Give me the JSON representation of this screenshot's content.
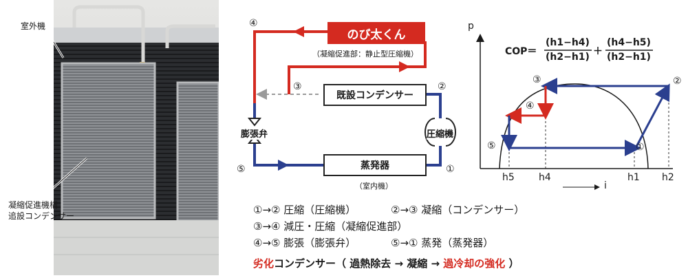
{
  "photo": {
    "label_outdoor_unit": "室外機",
    "label_addon_line1": "凝縮促進機構",
    "label_addon_line2": "追設コンデンサー"
  },
  "circuit": {
    "product_name": "のび太くん",
    "product_caption": "（凝縮促進部：静止型圧縮機）",
    "existing_condenser": "既設コンデンサー",
    "evaporator": "蒸発器",
    "evaporator_caption": "（室内機）",
    "expansion_valve": "膨張弁",
    "compressor": "圧縮機",
    "point_1": "①",
    "point_2": "②",
    "point_3": "③",
    "point_4": "④",
    "point_5": "⑤"
  },
  "ph_diagram": {
    "y_axis_label": "p",
    "x_axis_label": "i",
    "cop_label": "COP＝",
    "frac1_num": "(h1−h4)",
    "frac1_den": "(h2−h1)",
    "plus": "＋",
    "frac2_num": "(h4−h5)",
    "frac2_den": "(h2−h1)",
    "ticks": [
      "h5",
      "h4",
      "h1",
      "h2"
    ],
    "points": [
      "①",
      "②",
      "③",
      "④",
      "⑤"
    ]
  },
  "steps": {
    "line1a": "①→② 圧縮（圧縮機）",
    "line1b": "②→③ 凝縮（コンデンサー）",
    "line2": "③→④ 減圧・圧縮（凝縮促進部）",
    "line3a": "④→⑤ 膨張（膨張弁）",
    "line3b": "⑤→① 蒸発（蒸発器）"
  },
  "footer": {
    "part_red1": "劣化",
    "part_black1": "コンデンサー（ 過熱除去 → 凝縮 → ",
    "part_red2": "過冷却の強化",
    "part_black2": " ）"
  },
  "colors": {
    "red": "#d42a20",
    "blue": "#2b3f8f",
    "dashed_gray": "#9a9a9a"
  }
}
